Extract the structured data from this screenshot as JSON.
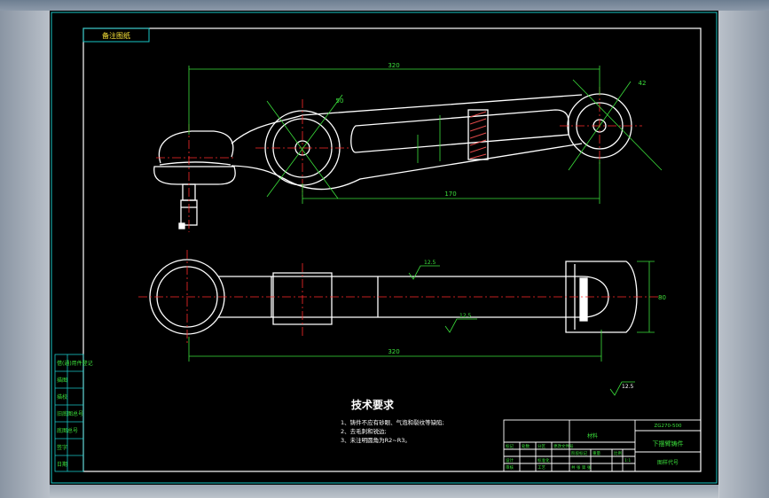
{
  "drawing": {
    "corner_label": "备注图纸",
    "tech_title": "技术要求",
    "tech_notes": [
      "1、铸件不应有砂眼、气泡和裂纹等缺陷;",
      "2、去毛刺和锐边;",
      "3、未注明圆角为R2~R3。"
    ],
    "dimensions": {
      "top_total": "320",
      "top_bottom": "170",
      "bottom_total": "320",
      "left_dia": "50",
      "right_dia": "42",
      "height": "80",
      "rough_1": "12.5",
      "rough_2": "12.5",
      "rough_general": "12.5"
    },
    "side_labels": [
      "借(通)用件登记",
      "旧底图总号",
      "底图总号",
      "签字",
      "日期",
      "描图",
      "描校"
    ],
    "title_block": {
      "part_name": "下摆臂铸件",
      "drawing_no": "图样代号",
      "material": "ZG270-500",
      "std": "材料",
      "cells": [
        "标记",
        "处数",
        "分区",
        "更改文件号",
        "签名",
        "年月日",
        "设计",
        "标准化",
        "阶段标记",
        "重量",
        "比例",
        "审核",
        "工艺",
        "批准",
        "共 张 第 张",
        "1:1"
      ]
    }
  },
  "colors": {
    "canvas": "#000000",
    "frame_line": "#18c6c6",
    "outline": "#ffffff",
    "center": "#ff2b2b",
    "dimension": "#3be03b",
    "hatch": "#e04848",
    "text_yellow": "#ffe93a",
    "text_green": "#3be03b"
  }
}
